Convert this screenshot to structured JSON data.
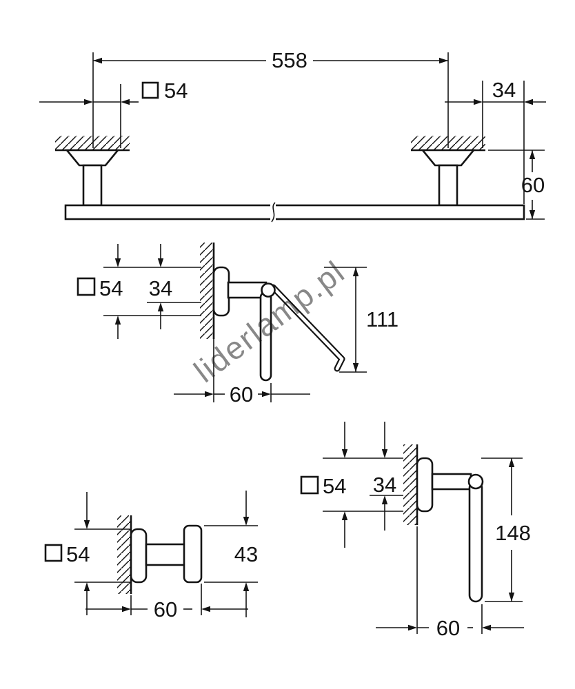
{
  "watermark": "liderlamp.pl",
  "colors": {
    "line": "#141414",
    "watermark": "#a9a9a9"
  },
  "views": {
    "towel_bar": {
      "dim_width": "558",
      "dim_square": "54",
      "dim_offset": "34",
      "dim_height": "60"
    },
    "paper_holder": {
      "dim_square": "54",
      "dim_offset": "34",
      "dim_height": "111",
      "dim_depth": "60"
    },
    "hook": {
      "dim_square": "54",
      "dim_height": "43",
      "dim_depth": "60"
    },
    "towel_ring": {
      "dim_square": "54",
      "dim_offset": "34",
      "dim_height": "148",
      "dim_depth": "60"
    }
  }
}
